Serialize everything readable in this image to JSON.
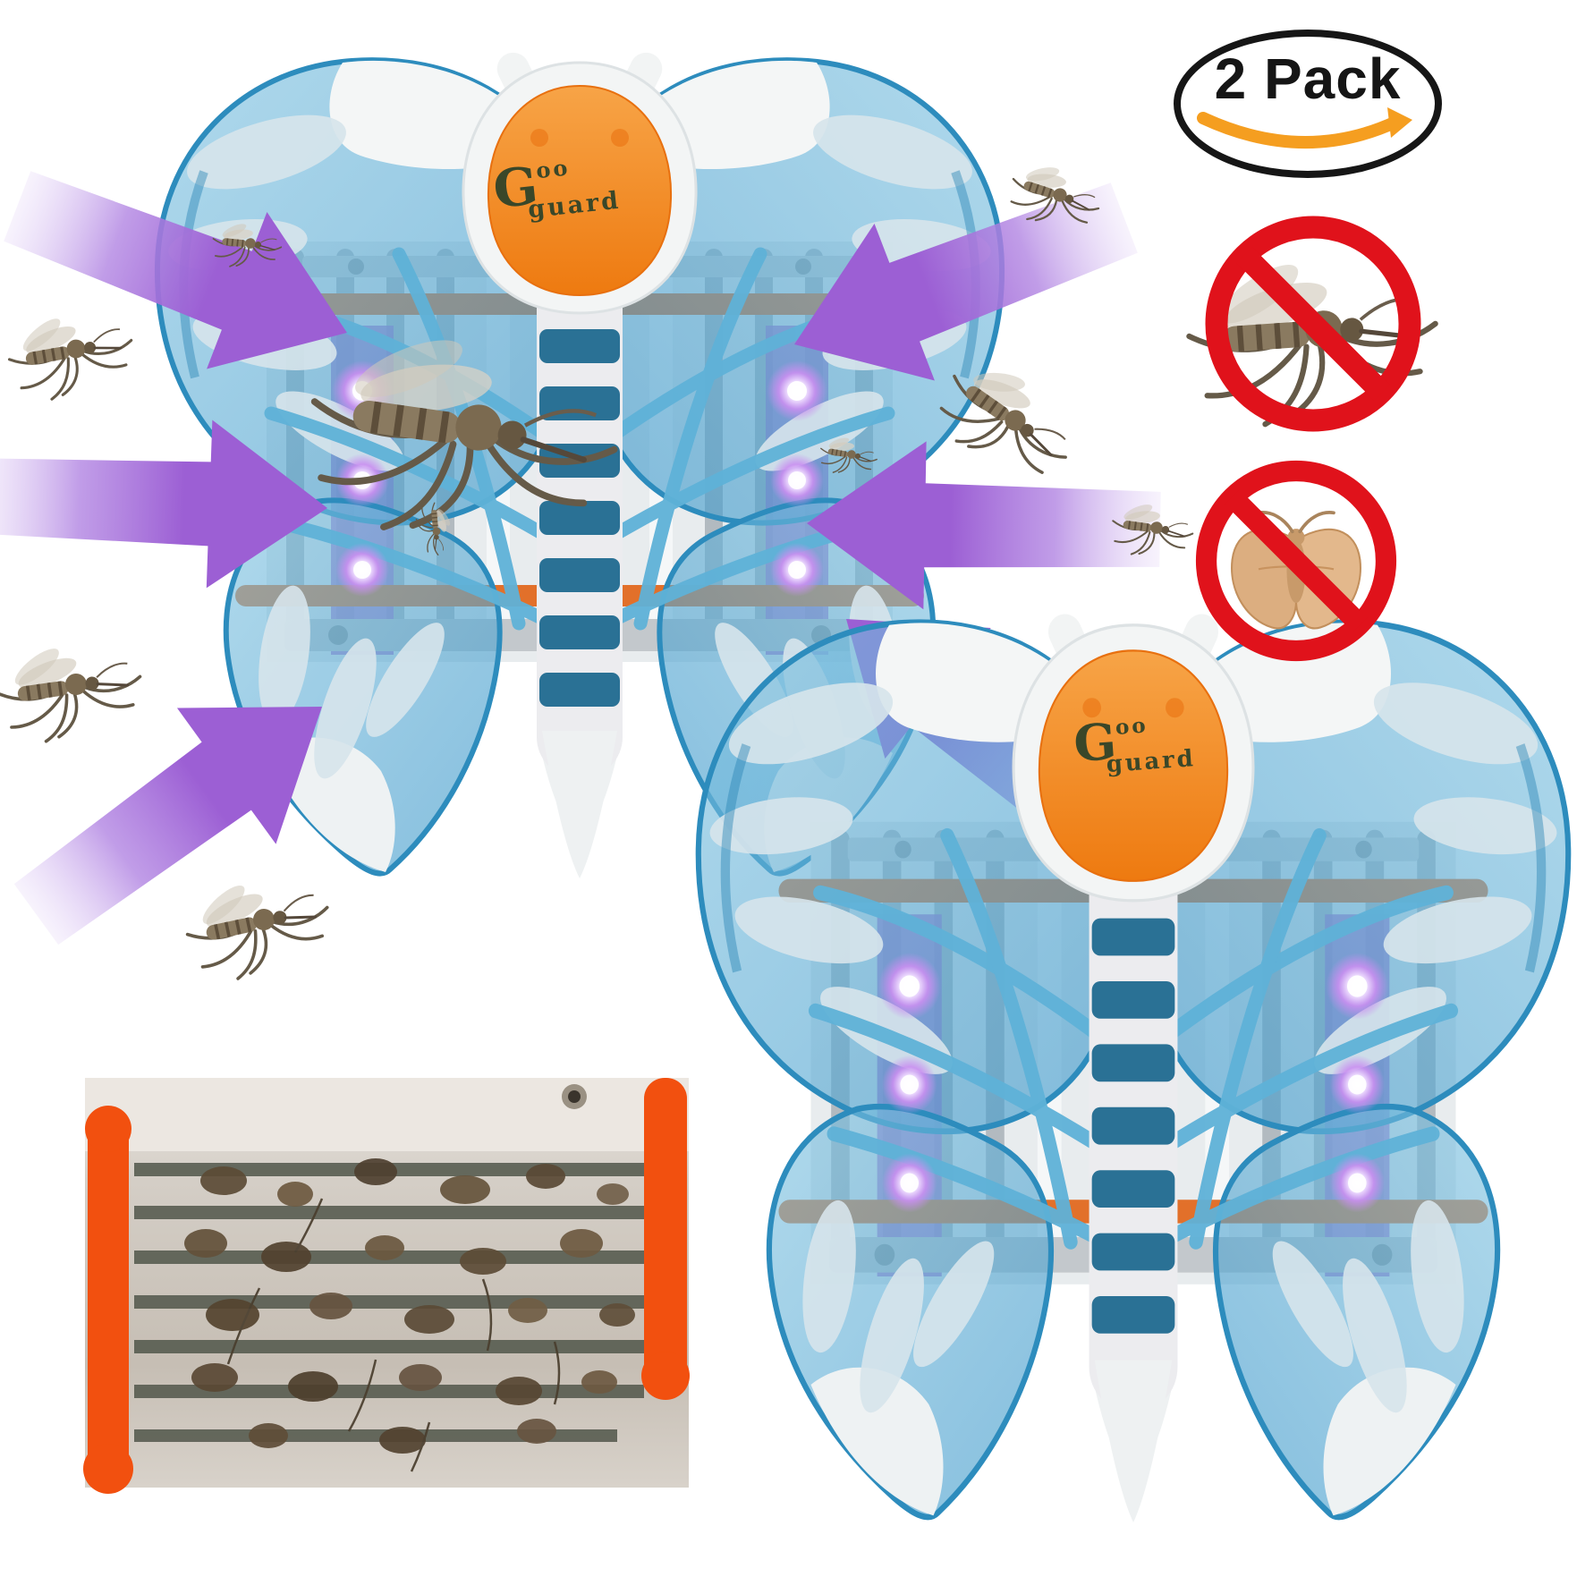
{
  "badge": {
    "label": "2 Pack",
    "icon": "amazon-smile-icon"
  },
  "brand_logo": {
    "g": "G",
    "oo": "oo",
    "guard": "guard"
  },
  "signs": {
    "no_mosquito": "no-mosquito-sign",
    "no_moth": "no-moth-sign"
  },
  "scene": {
    "butterfly_zapper_count": 2,
    "uv_leds_per_column": 3,
    "pack_quantity": 2
  },
  "colors": {
    "background": "#FFFFFF",
    "wing_blue": "#4BA7D4",
    "wing_edge_blue": "#2D8CBD",
    "body_stripe_blue": "#2A7195",
    "head_orange": "#F08423",
    "logo_green": "#3A4729",
    "arrow_purple": "#9C5FD4",
    "prohibition_red": "#E0121B",
    "grid_rod_orange": "#E2702A",
    "photo_frame_orange": "#F2500F",
    "uv_glow_violet": "#C18BEB",
    "swoosh_orange": "#F59E20",
    "badge_text": "#151515",
    "moth_tan": "#DCAE80"
  }
}
